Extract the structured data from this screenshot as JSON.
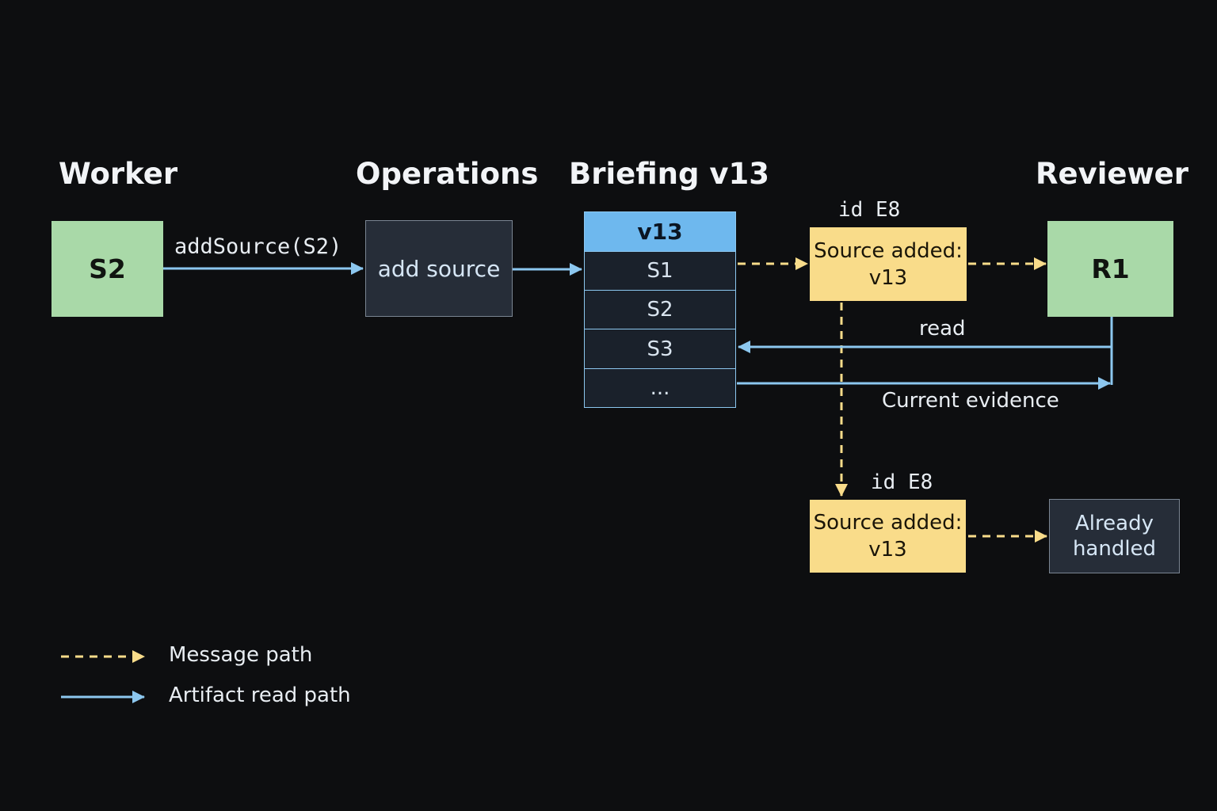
{
  "headings": {
    "worker": "Worker",
    "operations": "Operations",
    "briefing": "Briefing v13",
    "reviewer": "Reviewer"
  },
  "nodes": {
    "worker_source": "S2",
    "operations_action": "add source",
    "reviewer_id": "R1",
    "notice_top": "Source added:\nv13",
    "notice_bottom": "Source added:\nv13",
    "handled": "Already\nhandled"
  },
  "briefing": {
    "version": "v13",
    "rows": [
      "S1",
      "S2",
      "S3",
      "..."
    ]
  },
  "edge_labels": {
    "add_source_call": "addSource(S2)",
    "read": "read",
    "current_evidence": "Current evidence",
    "message_id_top": "id E8",
    "message_id_bottom": "id E8"
  },
  "legend": {
    "message_path": "Message path",
    "artifact_read_path": "Artifact read path"
  },
  "colors": {
    "background": "#0d0e10",
    "actor_green": "#a9d9a8",
    "message_yellow": "#f9dc8a",
    "artifact_blue": "#8cc7ef",
    "version_header_blue": "#6eb8ee",
    "dark_box": "#262d38"
  }
}
